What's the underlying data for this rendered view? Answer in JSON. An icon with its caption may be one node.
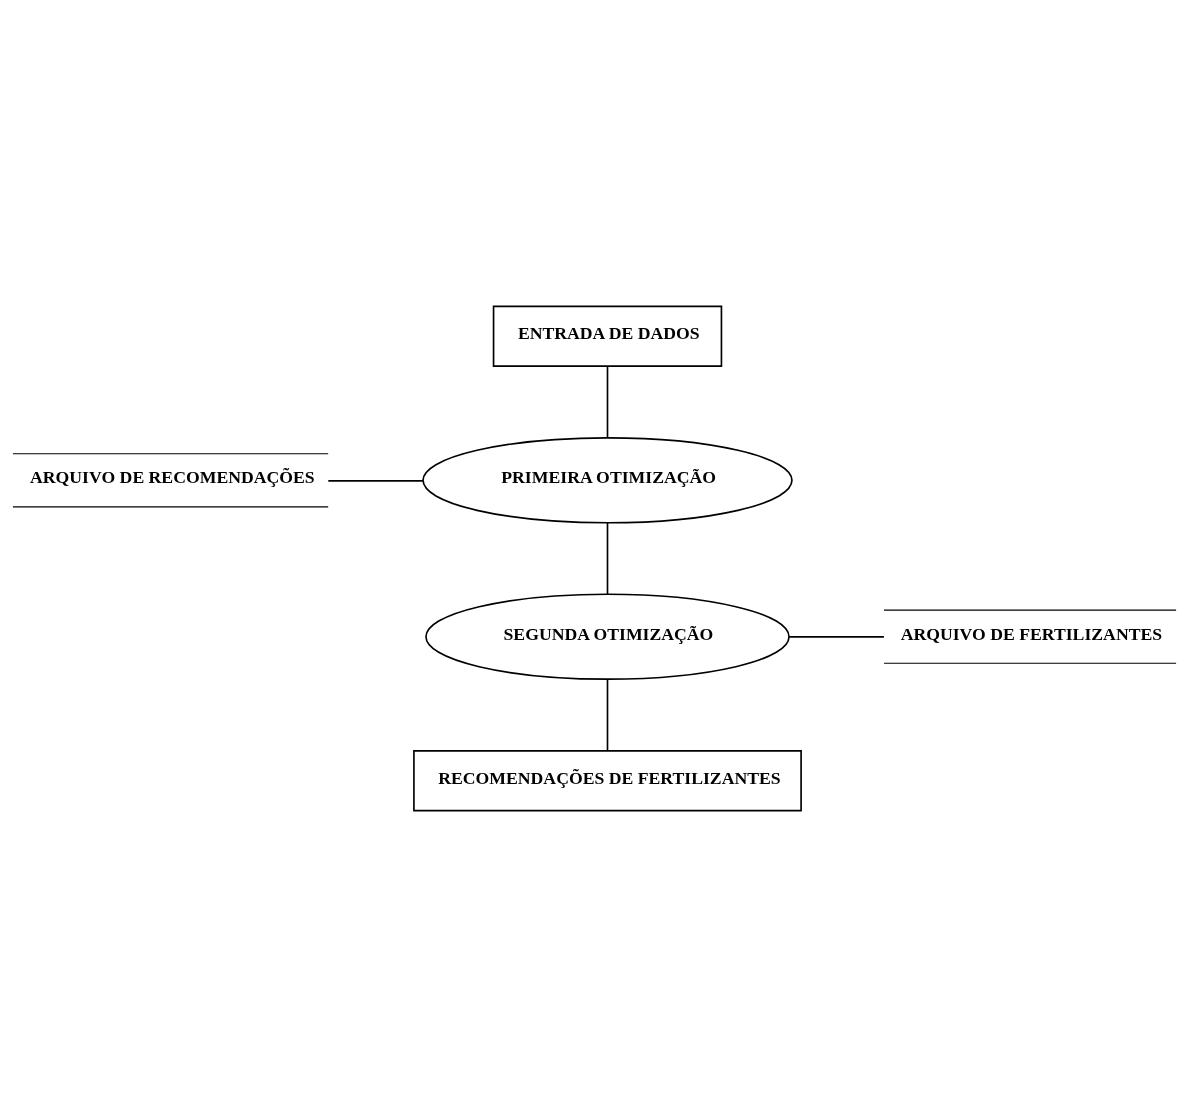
{
  "diagram": {
    "nodes": [
      {
        "text": [
          "ENTRADA DE DADOS"
        ]
      },
      {
        "text": [
          "ARQUIVO DE RECOMENDAÇÕES"
        ]
      },
      {
        "text": [
          "PRIMEIRA OTIMIZAÇÃO"
        ]
      },
      {
        "text": [
          "ARQUIVO DE FERTILIZANTES"
        ]
      },
      {
        "text": [
          "SEGUNDA OTIMIZAÇÃO"
        ]
      },
      {
        "text": [
          "RECOMENDAÇÕES DE FERTILIZANTES"
        ]
      }
    ],
    "edges": [
      {
        "from": 0,
        "to": 2,
        "arrow": "none"
      },
      {
        "from": 1,
        "to": 2,
        "arrow": "none"
      },
      {
        "from": 2,
        "to": 4,
        "arrow": "none"
      },
      {
        "from": 4,
        "to": 3,
        "arrow": "none"
      },
      {
        "from": 4,
        "to": 5,
        "arrow": "none"
      }
    ]
  }
}
